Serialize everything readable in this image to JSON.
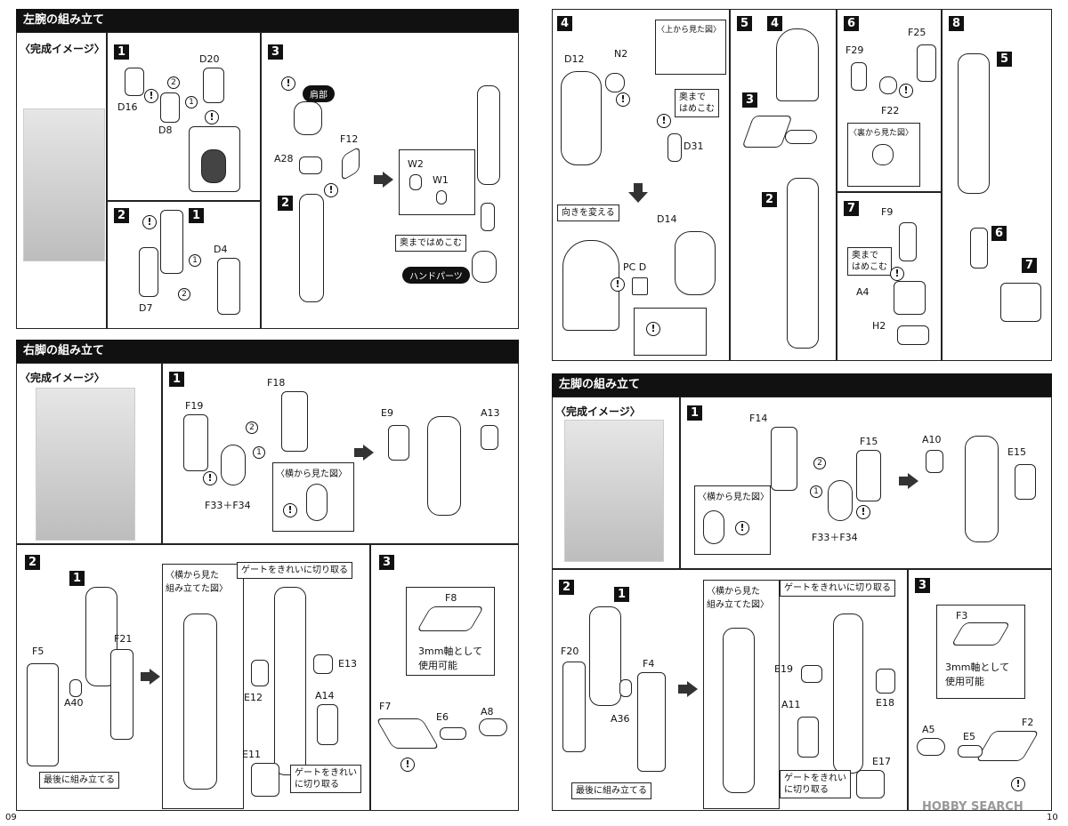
{
  "page": {
    "left_number": "09",
    "right_number": "10",
    "watermark": "HOBBY SEARCH"
  },
  "left_arm": {
    "title": "左腕の組み立て",
    "image_label": "〈完成イメージ〉",
    "step1": {
      "num": "1",
      "parts": [
        "D20",
        "D16",
        "D8"
      ],
      "circ2": "2",
      "circ1": "1"
    },
    "step2": {
      "num": "2",
      "ref": "1",
      "parts": [
        "D4",
        "D7"
      ],
      "circ1": "1",
      "circ2": "2"
    },
    "step3": {
      "num": "3",
      "label_shoulder": "肩部",
      "parts": [
        "A28",
        "F12",
        "W2",
        "W1"
      ],
      "ref": "2",
      "push_label": "奥まではめこむ",
      "hand_label": "ハンドパーツ"
    }
  },
  "right_leg": {
    "title": "右脚の組み立て",
    "image_label": "〈完成イメージ〉",
    "step1": {
      "num": "1",
      "parts": [
        "F18",
        "F19",
        "F33＋F34",
        "E9",
        "A13"
      ],
      "side_view": "〈横から見た図〉"
    },
    "step2": {
      "num": "2",
      "ref": "1",
      "parts": [
        "F5",
        "F21",
        "A40",
        "E13",
        "E12",
        "A14",
        "E11"
      ],
      "last_label": "最後に組み立てる",
      "side_view": "〈横から見た\n組み立てた図〉",
      "gate_top": "ゲートをきれいに切り取る",
      "gate_bottom": "ゲートをきれい\nに切り取る"
    },
    "step3": {
      "num": "3",
      "parts": [
        "F8",
        "F7",
        "E6",
        "A8"
      ],
      "axis_label": "3mm軸として\n使用可能"
    }
  },
  "right_page_top": {
    "step4": {
      "num": "4",
      "parts": [
        "D12",
        "N2",
        "D31",
        "D14",
        "PC D"
      ],
      "top_view": "〈上から見た図〉",
      "push_label": "奥まで\nはめこむ",
      "rotate_label": "向きを変える"
    },
    "step5": {
      "num": "5",
      "ref4": "4",
      "ref3": "3",
      "ref2": "2"
    },
    "step6": {
      "num": "6",
      "parts": [
        "F29",
        "F25",
        "F22"
      ],
      "back_view": "〈裏から見た図〉"
    },
    "step7": {
      "num": "7",
      "parts": [
        "F9",
        "A4",
        "H2"
      ],
      "push_label": "奥まで\nはめこむ"
    },
    "step8": {
      "num": "8",
      "ref5": "5",
      "ref6": "6",
      "ref7": "7"
    }
  },
  "left_leg": {
    "title": "左脚の組み立て",
    "image_label": "〈完成イメージ〉",
    "step1": {
      "num": "1",
      "parts": [
        "F14",
        "F15",
        "F33＋F34",
        "A10",
        "E15"
      ],
      "side_view": "〈横から見た図〉"
    },
    "step2": {
      "num": "2",
      "ref": "1",
      "parts": [
        "F20",
        "F4",
        "A36",
        "E19",
        "E18",
        "A11",
        "E17"
      ],
      "last_label": "最後に組み立てる",
      "side_view": "〈横から見た\n組み立てた図〉",
      "gate_top": "ゲートをきれいに切り取る",
      "gate_bottom": "ゲートをきれい\nに切り取る"
    },
    "step3": {
      "num": "3",
      "parts": [
        "F3",
        "F2",
        "E5",
        "A5"
      ],
      "axis_label": "3mm軸として\n使用可能"
    }
  }
}
